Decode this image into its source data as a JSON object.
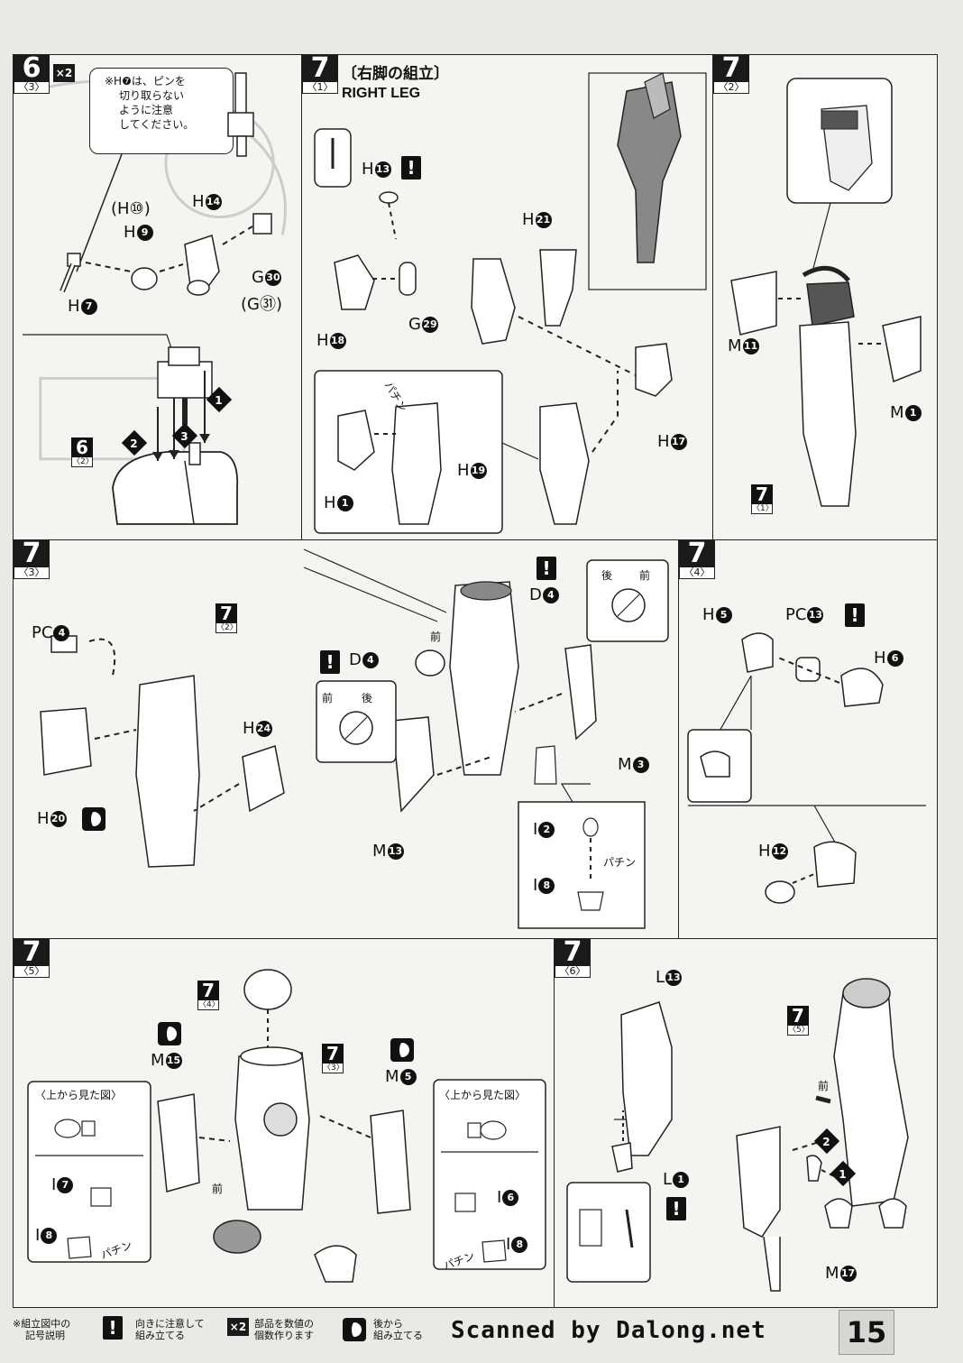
{
  "page_number": "15",
  "watermark": "Scanned by Dalong.net",
  "step6_3": {
    "step": "6",
    "sub": "〈3〉",
    "multiplier": "×2",
    "note": [
      "※H❼は、ピンを",
      "切り取らない",
      "ように注意",
      "してください。"
    ],
    "parts": {
      "h10": "(H⑩)",
      "h9": "H",
      "h9c": "9",
      "h14": "H",
      "h14c": "14",
      "g30": "G",
      "g30c": "30",
      "g31": "(G㉛)",
      "h7": "H",
      "h7c": "7"
    },
    "ref_step": "6",
    "ref_sub": "〈2〉",
    "arrows": [
      "1",
      "2",
      "3"
    ]
  },
  "step7_1": {
    "step": "7",
    "sub": "〈1〉",
    "title_jp": "〔右脚の組立〕",
    "title_en": "RIGHT LEG",
    "parts": {
      "h13": "H",
      "h13c": "13",
      "h21": "H",
      "h21c": "21",
      "h18": "H",
      "h18c": "18",
      "g29": "G",
      "g29c": "29",
      "h19": "H",
      "h19c": "19",
      "h1": "H",
      "h1c": "1",
      "h17": "H",
      "h17c": "17"
    },
    "pachin": "パチン"
  },
  "step7_2": {
    "step": "7",
    "sub": "〈2〉",
    "parts": {
      "m11": "M",
      "m11c": "11",
      "m1": "M",
      "m1c": "1"
    },
    "ref_step": "7",
    "ref_sub": "〈1〉"
  },
  "step7_3": {
    "step": "7",
    "sub": "〈3〉",
    "parts": {
      "pc4": "PC",
      "pc4c": "4",
      "h24": "H",
      "h24c": "24",
      "h20": "H",
      "h20c": "20",
      "d4a": "D",
      "d4ac": "4",
      "d4b": "D",
      "d4bc": "4",
      "m3": "M",
      "m3c": "3",
      "m13": "M",
      "m13c": "13",
      "i2": "I",
      "i2c": "2",
      "i8": "I",
      "i8c": "8"
    },
    "ref_step": "7",
    "ref_sub": "〈2〉",
    "front": "前",
    "back": "後",
    "pachin": "パチン"
  },
  "step7_4": {
    "step": "7",
    "sub": "〈4〉",
    "parts": {
      "h5": "H",
      "h5c": "5",
      "pc13": "PC",
      "pc13c": "13",
      "h6": "H",
      "h6c": "6",
      "h12": "H",
      "h12c": "12"
    }
  },
  "step7_5": {
    "step": "7",
    "sub": "〈5〉",
    "parts": {
      "m15": "M",
      "m15c": "15",
      "m5": "M",
      "m5c": "5",
      "i7": "I",
      "i7c": "7",
      "i8a": "I",
      "i8ac": "8",
      "i6": "I",
      "i6c": "6",
      "i8b": "I",
      "i8bc": "8"
    },
    "ref_top": {
      "step": "7",
      "sub": "〈4〉"
    },
    "ref_mid": {
      "step": "7",
      "sub": "〈3〉"
    },
    "top_view_label": "〈上から見た図〉",
    "front": "前",
    "pachin": "パチン"
  },
  "step7_6": {
    "step": "7",
    "sub": "〈6〉",
    "parts": {
      "l13": "L",
      "l13c": "13",
      "l1": "L",
      "l1c": "1",
      "m17": "M",
      "m17c": "17"
    },
    "ref_step": "7",
    "ref_sub": "〈5〉",
    "front": "前",
    "arrows": [
      "1",
      "2"
    ]
  },
  "legend": {
    "title": [
      "※組立図中の",
      "記号説明"
    ],
    "warn_text": [
      "向きに注意して",
      "組み立てる"
    ],
    "x2_icon": "×2",
    "x2_text": [
      "部品を数値の",
      "個数作ります"
    ],
    "back_text": [
      "後から",
      "組み立てる"
    ]
  }
}
